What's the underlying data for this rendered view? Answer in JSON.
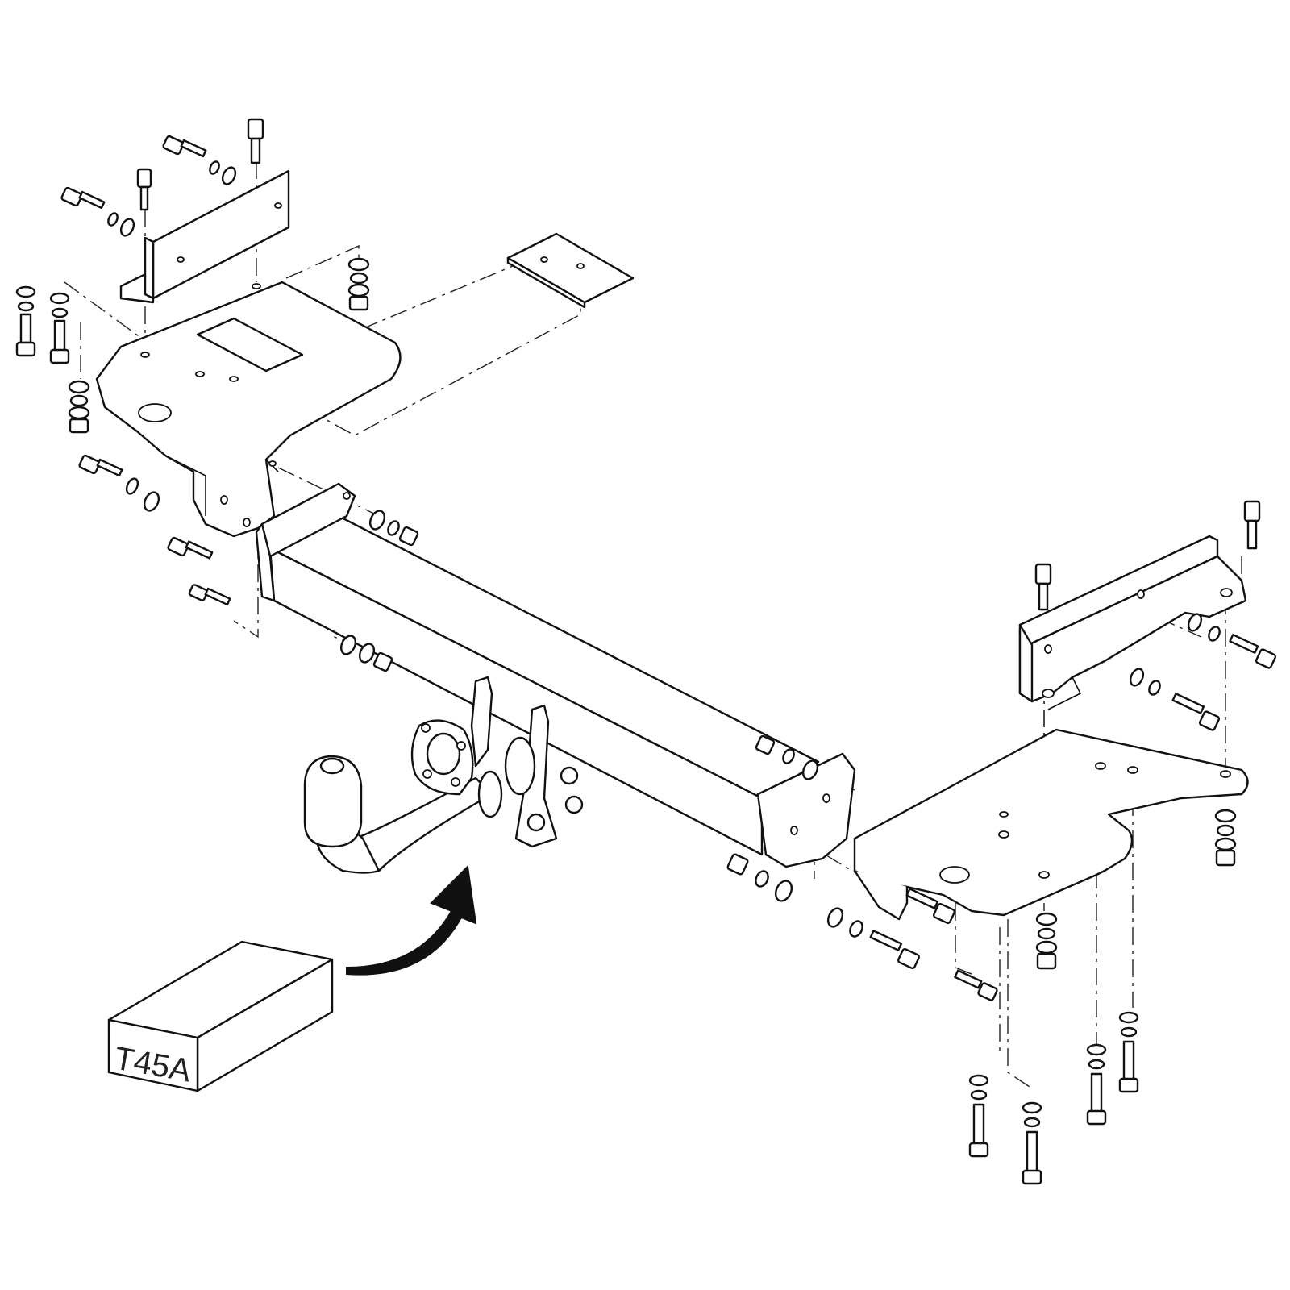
{
  "kit_label": "T45A",
  "colors": {
    "line": "#111111",
    "background": "#ffffff",
    "arrow": "#111111"
  },
  "parts": [
    "left-side-bracket",
    "right-side-bracket",
    "cross-beam",
    "tow-ball",
    "socket-plate",
    "spacer-plate",
    "electrical-kit-box",
    "bolts",
    "washers",
    "nuts"
  ]
}
